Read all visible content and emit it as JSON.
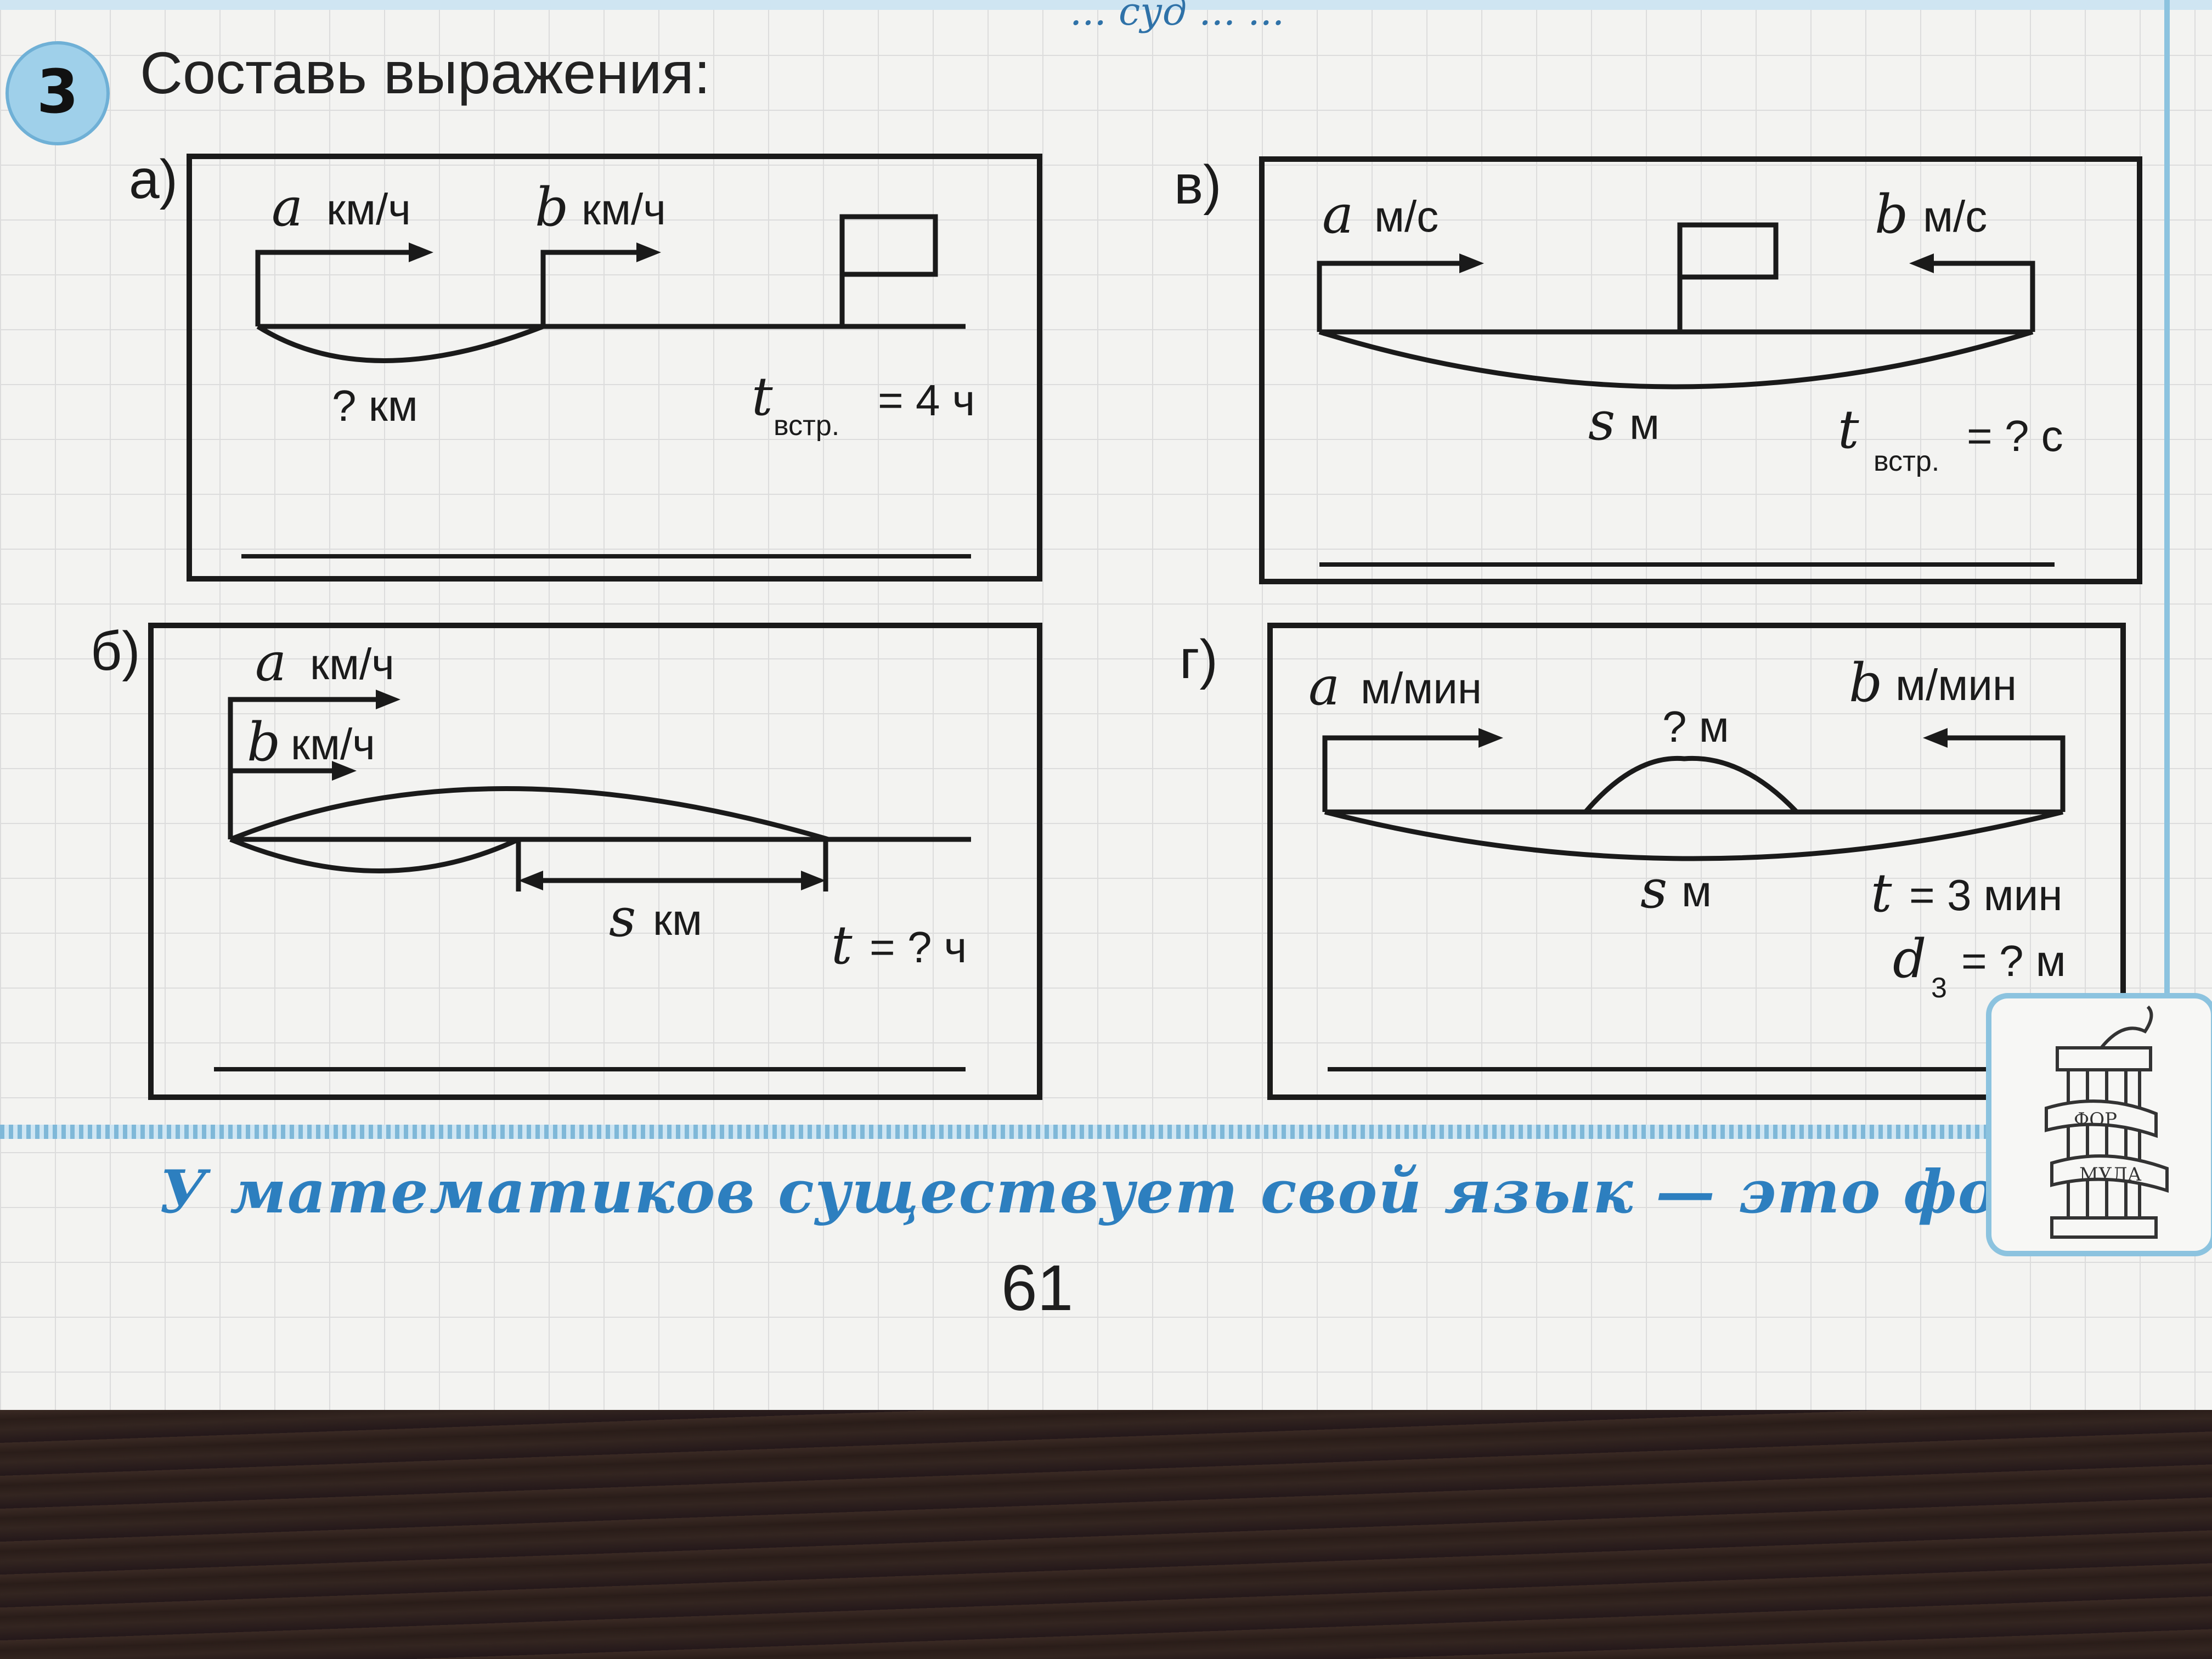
{
  "header": {
    "task_number": "3",
    "title": "Составь выражения:",
    "top_scribble": "... суд ... ..."
  },
  "panels": {
    "a": {
      "label": "а)",
      "speed1_var": "a",
      "speed1_unit": "км/ч",
      "speed2_var": "b",
      "speed2_unit": "км/ч",
      "distance": "? км",
      "time_var": "t",
      "time_sub": "встр.",
      "time_value": "= 4 ч"
    },
    "v": {
      "label": "в)",
      "speed1_var": "a",
      "speed1_unit": "м/с",
      "speed2_var": "b",
      "speed2_unit": "м/с",
      "distance_var": "s",
      "distance_unit": "м",
      "time_var": "t",
      "time_sub": "встр.",
      "time_value": "= ? с"
    },
    "b": {
      "label": "б)",
      "speed1_var": "a",
      "speed1_unit": "км/ч",
      "speed2_var": "b",
      "speed2_unit": "км/ч",
      "distance_var": "s",
      "distance_unit": "км",
      "time_var": "t",
      "time_value": "= ? ч"
    },
    "g": {
      "label": "г)",
      "speed1_var": "a",
      "speed1_unit": "м/мин",
      "speed2_var": "b",
      "speed2_unit": "м/мин",
      "gap": "? м",
      "distance_var": "s",
      "distance_unit": "м",
      "time_var": "t",
      "time_value": "= 3 мин",
      "dist_var": "d",
      "dist_sub": "3",
      "dist_value": "= ? м"
    }
  },
  "footer": {
    "motto": "У математиков существует свой язык — это формулы.",
    "page_number": "61",
    "mascot_text_1": "ФОР",
    "mascot_text_2": "МУЛА"
  }
}
